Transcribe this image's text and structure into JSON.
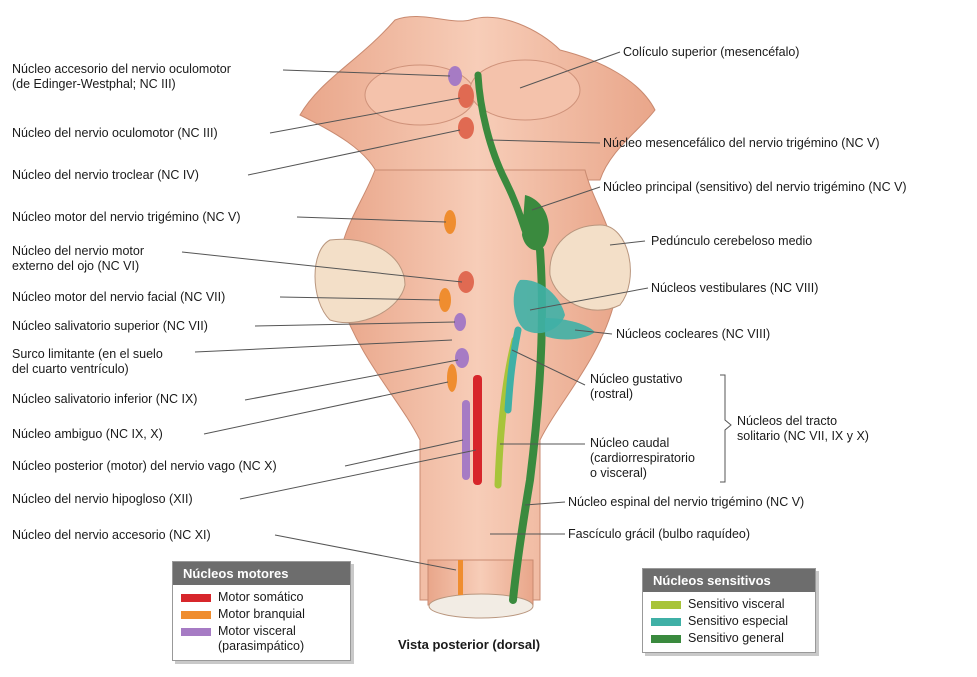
{
  "labels": {
    "left": [
      "Núcleo accesorio del nervio oculomotor\n(de Edinger-Westphal; NC III)",
      "Núcleo del nervio oculomotor (NC III)",
      "Núcleo del nervio troclear (NC IV)",
      "Núcleo motor del nervio trigémino (NC V)",
      "Núcleo del nervio motor\nexterno del ojo (NC VI)",
      "Núcleo motor del nervio facial (NC VII)",
      "Núcleo salivatorio superior (NC VII)",
      "Surco limitante (en el suelo\ndel cuarto ventrículo)",
      "Núcleo salivatorio inferior (NC IX)",
      "Núcleo ambiguo (NC IX, X)",
      "Núcleo posterior (motor) del nervio vago (NC X)",
      "Núcleo del nervio hipogloso (XII)",
      "Núcleo del nervio accesorio (NC XI)"
    ],
    "right": [
      "Colículo superior (mesencéfalo)",
      "Núcleo mesencefálico del nervio trigémino (NC V)",
      "Núcleo principal (sensitivo) del nervio trigémino (NC V)",
      "Pedúnculo cerebeloso medio",
      "Núcleos vestibulares (NC VIII)",
      "Núcleos cocleares (NC VIII)",
      "Núcleo gustativo\n(rostral)",
      "Núcleo caudal\n(cardiorrespiratorio\no visceral)",
      "Núcleos del tracto\nsolitario (NC VII, IX y X)",
      "Núcleo espinal del nervio trigémino (NC V)",
      "Fascículo grácil (bulbo raquídeo)"
    ]
  },
  "caption": "Vista posterior (dorsal)",
  "legend_motor": {
    "title": "Núcleos motores",
    "items": [
      {
        "label": "Motor somático",
        "color": "#d7262b"
      },
      {
        "label": "Motor branquial",
        "color": "#ef8d2f"
      },
      {
        "label": "Motor visceral\n(parasimpático)",
        "color": "#a67bc4"
      }
    ]
  },
  "legend_sensory": {
    "title": "Núcleos sensitivos",
    "items": [
      {
        "label": "Sensitivo visceral",
        "color": "#a8c43a"
      },
      {
        "label": "Sensitivo especial",
        "color": "#3fb0a6"
      },
      {
        "label": "Sensitivo general",
        "color": "#3a8a3e"
      }
    ]
  }
}
